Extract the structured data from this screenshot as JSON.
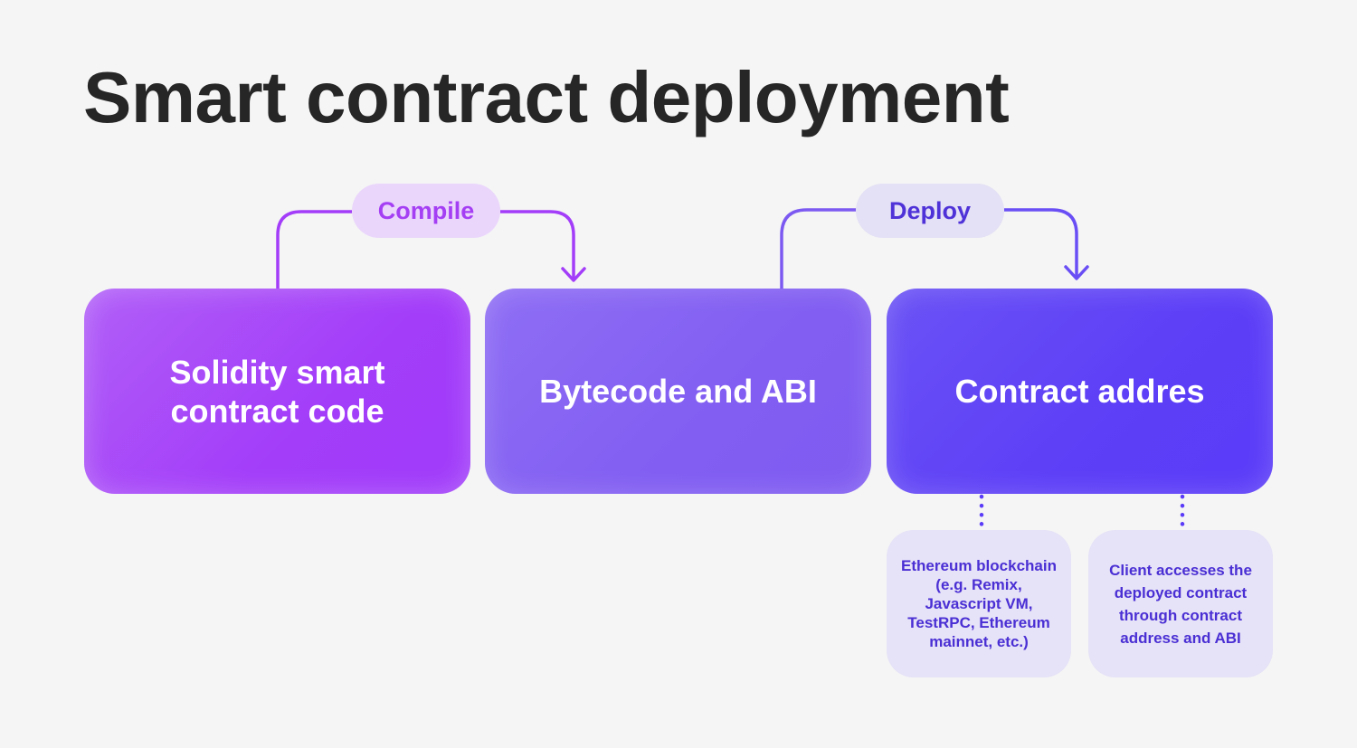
{
  "title": "Smart contract deployment",
  "steps": {
    "compile_label": "Compile",
    "deploy_label": "Deploy"
  },
  "boxes": {
    "source": "Solidity smart contract code",
    "bytecode": "Bytecode and ABI",
    "address": "Contract addres"
  },
  "notes": {
    "network": "Ethereum blockchain (e.g. Remix, Javascript VM, TestRPC, Ethereum mainnet, etc.)",
    "client": "Client accesses the deployed contract through contract address and ABI"
  },
  "colors": {
    "compile_accent": "#a53ff4",
    "deploy_accent": "#4f33d8",
    "source_box": "#a33df9",
    "bytecode_box": "#825ef2",
    "address_box": "#5d3ff7"
  }
}
